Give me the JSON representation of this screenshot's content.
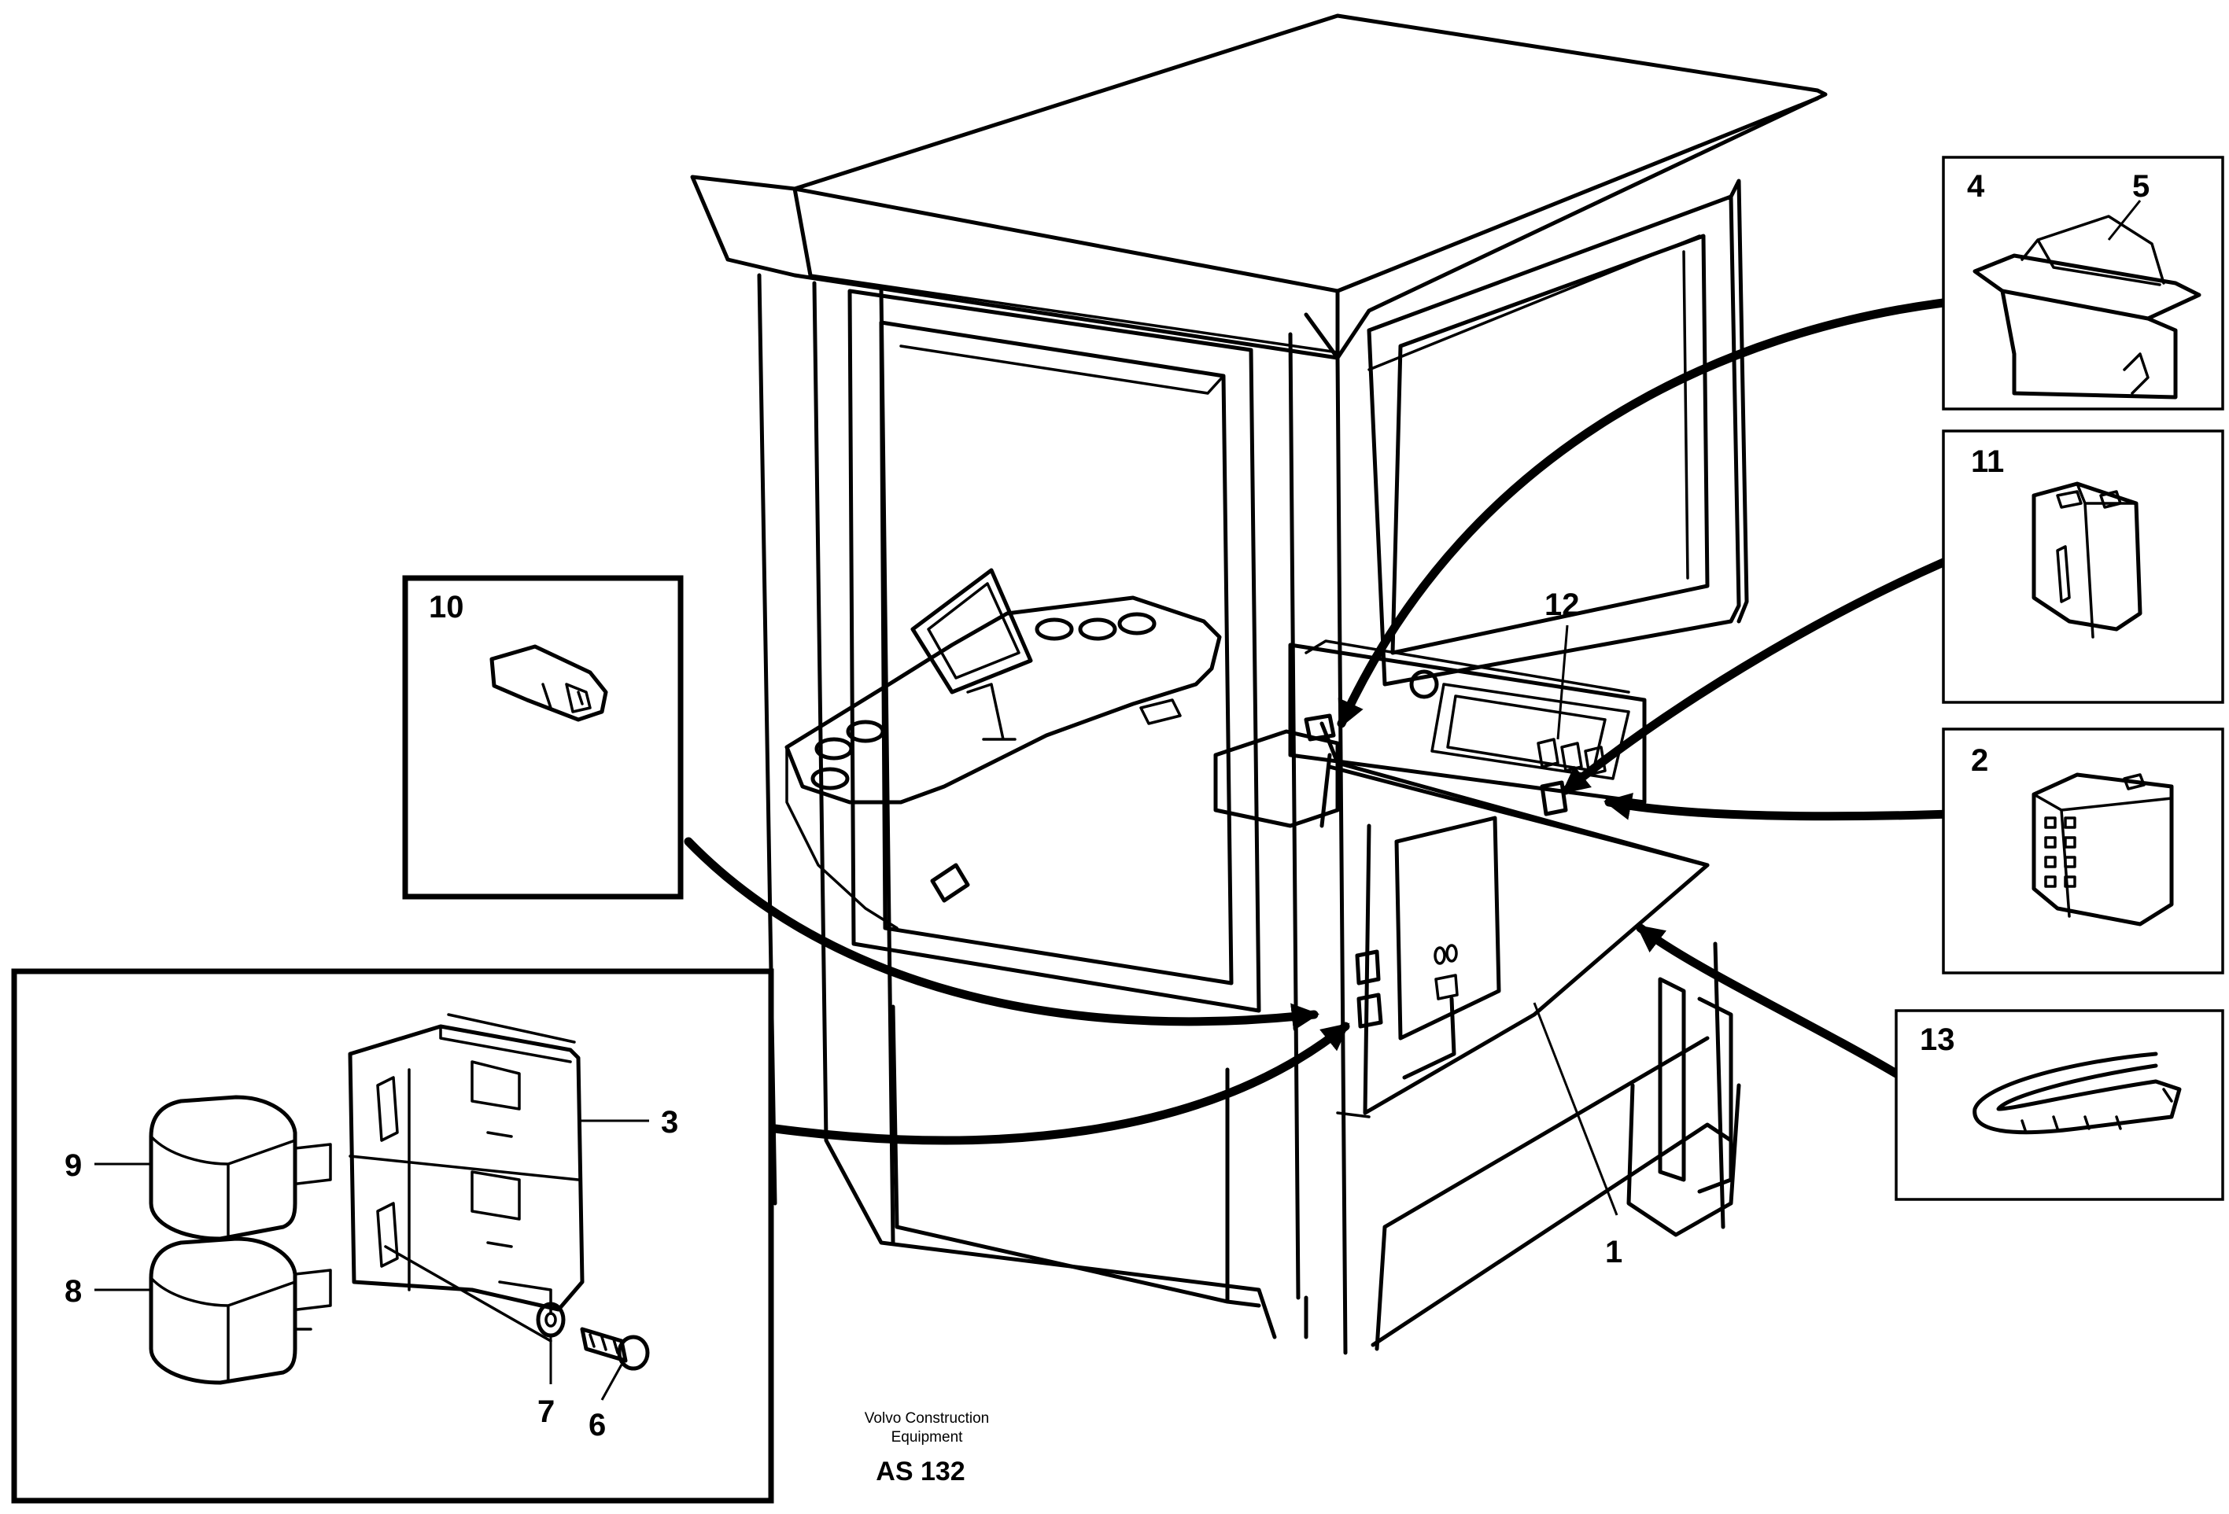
{
  "callouts": {
    "c1": "1",
    "c2": "2",
    "c3": "3",
    "c4": "4",
    "c5": "5",
    "c6": "6",
    "c7": "7",
    "c8": "8",
    "c9": "9",
    "c10": "10",
    "c11": "11",
    "c12": "12",
    "c13": "13"
  },
  "footer": {
    "company_line1": "Volvo Construction",
    "company_line2": "Equipment",
    "drawing_code": "AS 132"
  }
}
